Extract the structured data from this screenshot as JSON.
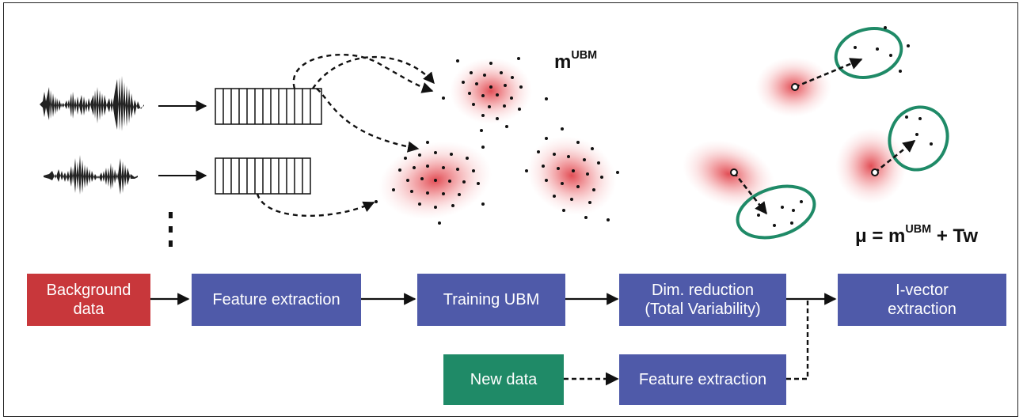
{
  "boxes": {
    "background": "Background\ndata",
    "feature_extraction_top": "Feature extraction",
    "training_ubm": "Training UBM",
    "dim_reduction": "Dim. reduction\n(Total Variability)",
    "ivector": "I-vector\nextraction",
    "new_data": "New data",
    "feature_extraction_bottom": "Feature extraction"
  },
  "labels": {
    "m_ubm_base": "m",
    "m_ubm_sup": "UBM",
    "formula_mu": "μ = m",
    "formula_sup": "UBM",
    "formula_rest": " + Tw"
  },
  "colors": {
    "red_box": "#c8373b",
    "blue_box": "#4f5aa9",
    "green_box": "#1f8a67",
    "ellipse_green": "#1f8a67",
    "gaussian_red": "#e0454d"
  }
}
